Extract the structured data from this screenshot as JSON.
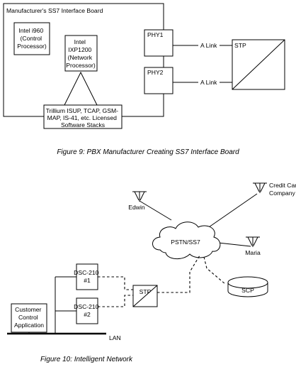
{
  "figure9": {
    "board_title": "Manufacturer's SS7 Interface Board",
    "control_proc": [
      "Intel i960",
      "(Control",
      "Processor)"
    ],
    "network_proc": [
      "Intel",
      "IXP1200",
      "(Network",
      "Processor)"
    ],
    "phy1": "PHY1",
    "phy2": "PHY2",
    "link1": "A Link",
    "link2": "A Link",
    "stp": "STP",
    "stacks": [
      "Trillium ISUP, TCAP, GSM-",
      "MAP, IS-41, etc. Licensed",
      "Software Stacks"
    ],
    "caption": "Figure 9: PBX Manufacturer Creating SS7 Interface Board"
  },
  "figure10": {
    "credit_card": [
      "Credit Card",
      "Company"
    ],
    "edwin": "Edwin",
    "maria": "Maria",
    "cloud": "PSTN/SS7",
    "dsc1": [
      "DSC-210",
      "#1"
    ],
    "dsc2": [
      "DSC-210",
      "#2"
    ],
    "stp": "STP",
    "scp": "SCP",
    "cca": [
      "Customer",
      "Control",
      "Application"
    ],
    "lan": "LAN",
    "caption": "Figure 10: Intelligent Network"
  }
}
